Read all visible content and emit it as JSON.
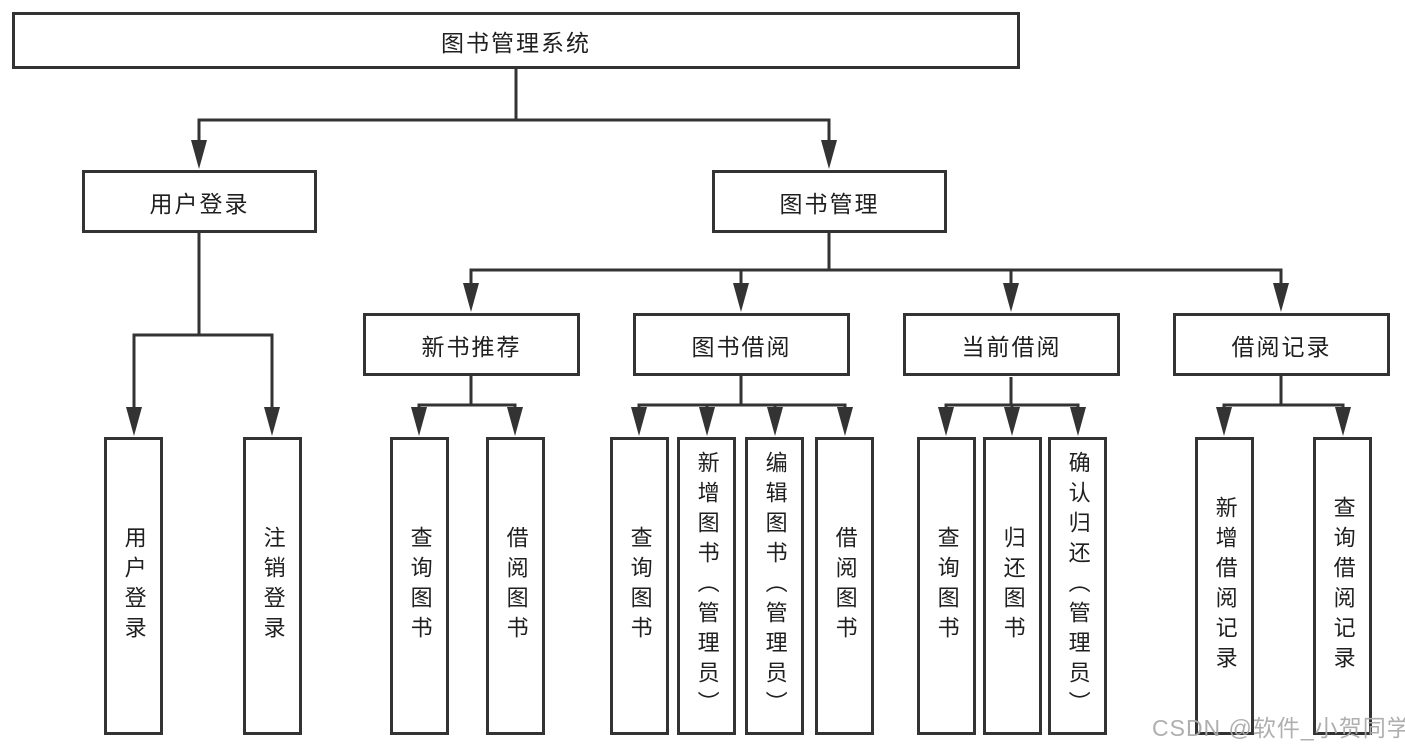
{
  "colors": {
    "background": "#ffffff",
    "line": "#333333",
    "box_border": "#333333",
    "text": "#1f1f1f",
    "watermark": "#ababab"
  },
  "tree": {
    "label": "图书管理系统",
    "children": [
      {
        "label": "用户登录",
        "children": [
          {
            "label": "用户登录"
          },
          {
            "label": "注销登录"
          }
        ]
      },
      {
        "label": "图书管理",
        "children": [
          {
            "label": "新书推荐",
            "children": [
              {
                "label": "查询图书"
              },
              {
                "label": "借阅图书"
              }
            ]
          },
          {
            "label": "图书借阅",
            "children": [
              {
                "label": "查询图书"
              },
              {
                "label": "新增图书（管理员）"
              },
              {
                "label": "编辑图书（管理员）"
              },
              {
                "label": "借阅图书"
              }
            ]
          },
          {
            "label": "当前借阅",
            "children": [
              {
                "label": "查询图书"
              },
              {
                "label": "归还图书"
              },
              {
                "label": "确认归还（管理员）"
              }
            ]
          },
          {
            "label": "借阅记录",
            "children": [
              {
                "label": "新增借阅记录"
              },
              {
                "label": "查询借阅记录"
              }
            ]
          }
        ]
      }
    ]
  },
  "watermark": {
    "text": "CSDN @软件_小贺同学"
  }
}
